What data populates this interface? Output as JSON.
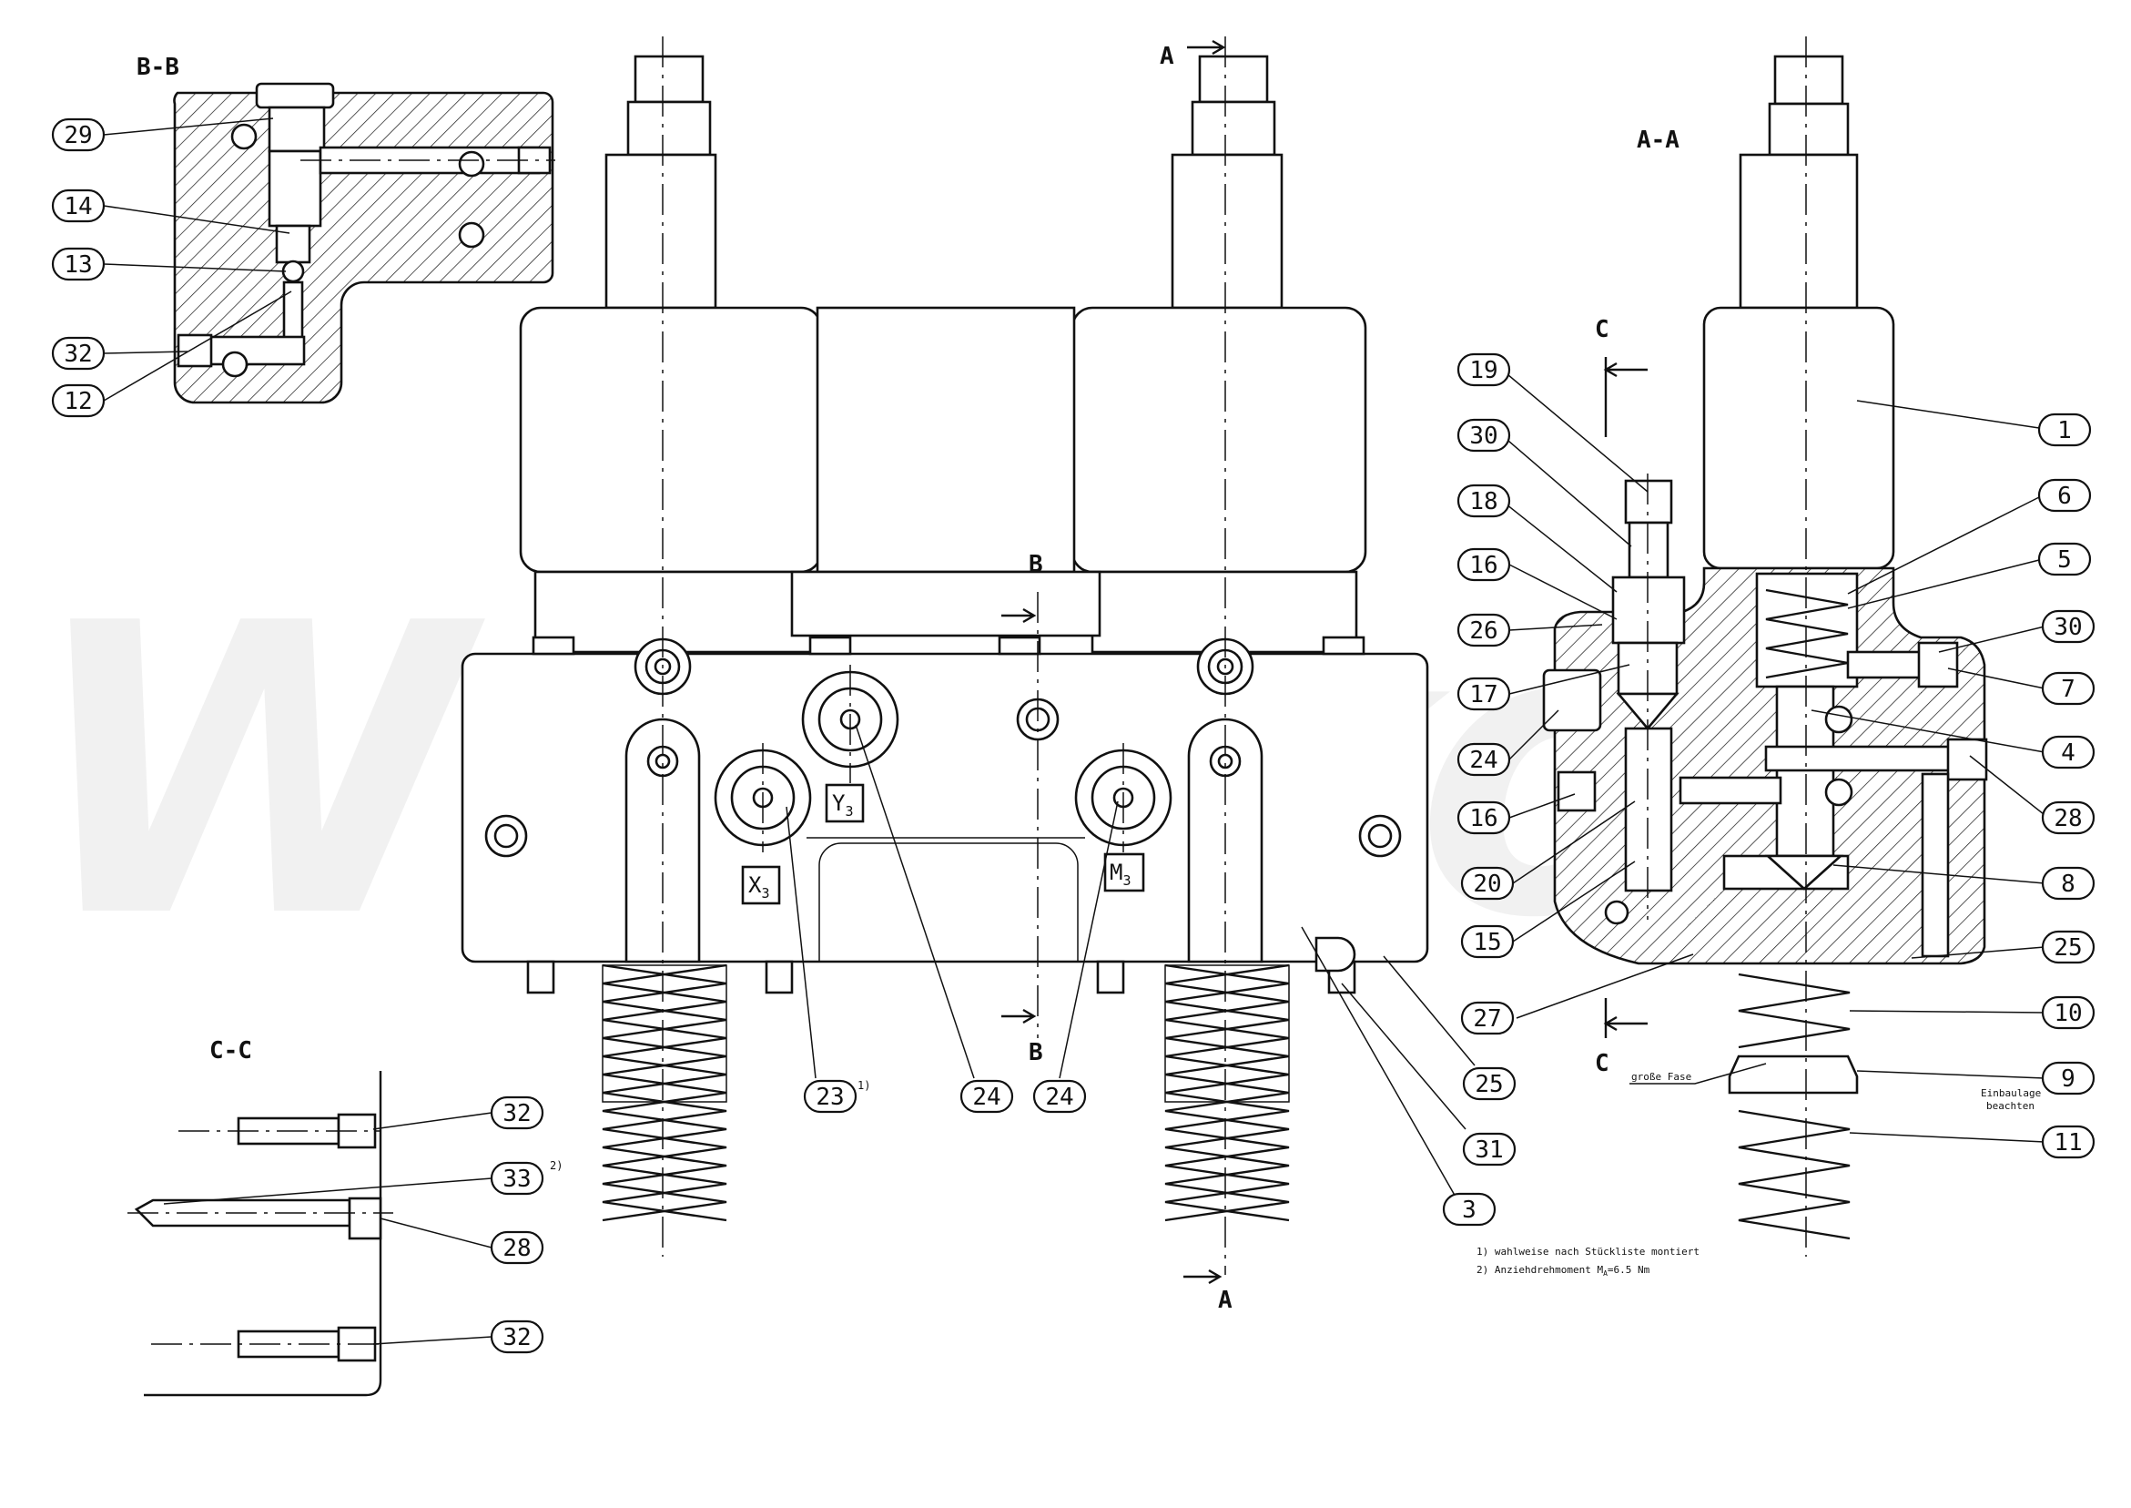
{
  "watermark": "Wibako",
  "sections": {
    "b": "B-B",
    "a": "A-A",
    "c": "C-C"
  },
  "cut_markers": {
    "a_top": "A",
    "a_bottom": "A",
    "b_top": "B",
    "b_bottom": "B",
    "c_top": "C",
    "c_bottom": "C"
  },
  "ports": {
    "x": "X",
    "y": "Y",
    "m": "M",
    "sub": "3"
  },
  "balloons": {
    "bb": [
      "29",
      "14",
      "13",
      "32",
      "12"
    ],
    "main": [
      "23",
      "24",
      "24",
      "25",
      "31",
      "3"
    ],
    "main_note": "1)",
    "aa_left": [
      "19",
      "30",
      "18",
      "16",
      "26",
      "17",
      "24",
      "16",
      "20",
      "15",
      "27"
    ],
    "aa_right": [
      "1",
      "6",
      "5",
      "30",
      "7",
      "4",
      "28",
      "8",
      "25",
      "10",
      "9",
      "11"
    ],
    "cc": [
      "32",
      "33",
      "28",
      "32"
    ],
    "cc_note": "2)"
  },
  "annotations": {
    "grosse_fase": "große Fase",
    "einbaulage_1": "Einbaulage",
    "einbaulage_2": "beachten"
  },
  "footnotes": {
    "n1": "1) wahlweise nach Stückliste montiert",
    "n2_pre": "2) Anziehdrehmoment M",
    "n2_sub": "A",
    "n2_post": "=6.5 Nm"
  }
}
